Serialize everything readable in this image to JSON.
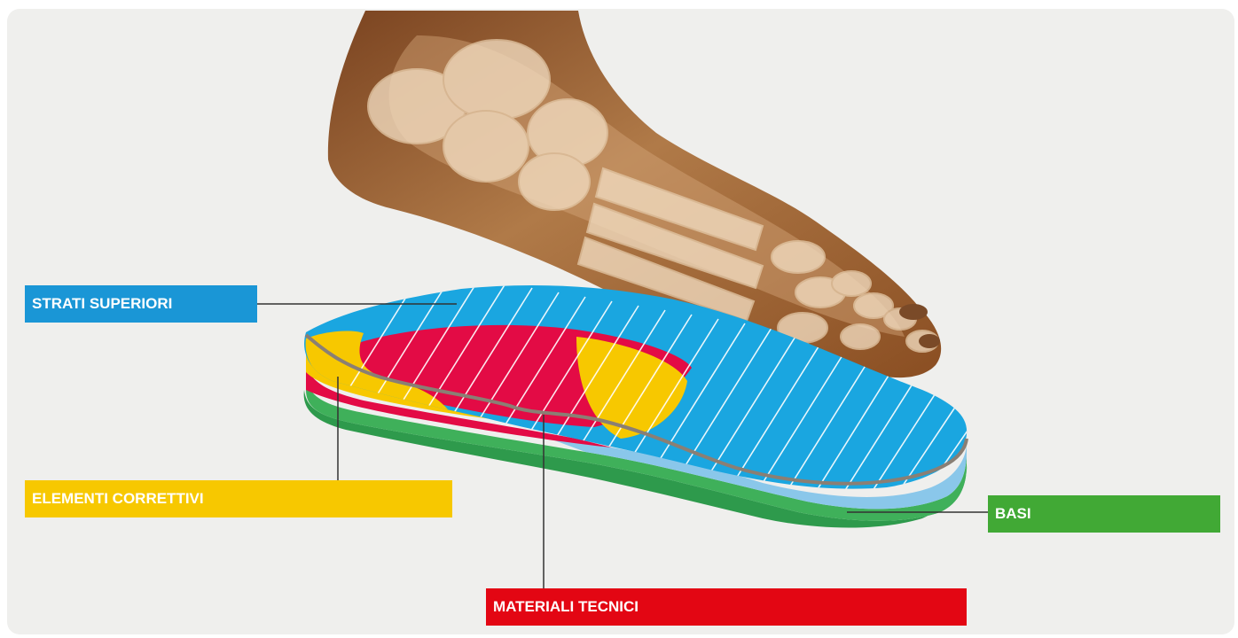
{
  "labels": {
    "strati_superiori": "STRATI SUPERIORI",
    "elementi_correttivi": "ELEMENTI CORRETTIVI",
    "basi": "BASI",
    "materiali_tecnici": "MATERIALI TECNICI"
  },
  "colors": {
    "background": "#efefed",
    "strati_superiori": "#1a96d6",
    "elementi_correttivi": "#f7c800",
    "basi": "#41a935",
    "materiali_tecnici": "#e30613",
    "skin": "#a0683a",
    "bone": "#f2dcc0"
  },
  "icons": [
    "foot-skeleton-illustration",
    "insole-layers-illustration"
  ]
}
